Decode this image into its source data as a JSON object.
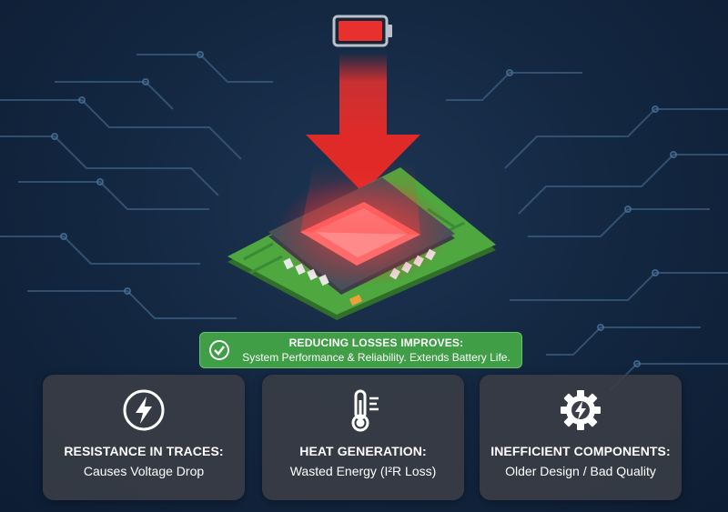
{
  "banner": {
    "icon": "check-circle-icon",
    "title": "REDUCING LOSSES IMPROVES:",
    "text": "System Performance & Reliability. Extends Battery Life."
  },
  "cards": [
    {
      "icon": "lightning-bolt-icon",
      "title": "RESISTANCE IN TRACES:",
      "text": "Causes Voltage Drop"
    },
    {
      "icon": "thermometer-icon",
      "title": "HEAT GENERATION:",
      "text": "Wasted Energy (I²R Loss)"
    },
    {
      "icon": "gear-lightning-icon",
      "title": "INEFFICIENT COMPONENTS:",
      "text": "Older Design / Bad Quality"
    }
  ],
  "illustration": {
    "battery": "battery-low-icon",
    "arrow": "downward-arrow",
    "chip": "processor-chip",
    "board": "circuit-board"
  },
  "colors": {
    "background": "#142842",
    "arrow": "#e8302e",
    "board": "#4ea73f",
    "banner": "#3f9e46",
    "card": "#3a3e46"
  }
}
